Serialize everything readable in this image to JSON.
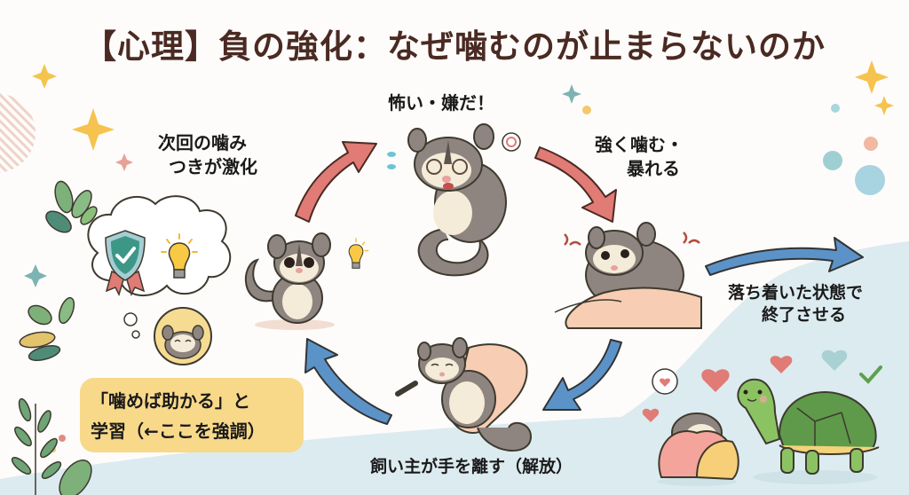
{
  "title": "【心理】負の強化：なぜ噛むのが止まらないのか",
  "cycle": {
    "steps": [
      {
        "id": "scared",
        "label": "怖い・嫌だ！"
      },
      {
        "id": "bite",
        "label_lines": [
          "強く噛む・",
          "暴れる"
        ]
      },
      {
        "id": "release",
        "label": "飼い主が手を離す（解放）"
      },
      {
        "id": "worse",
        "label_lines": [
          "次回の噛み",
          "つきが激化"
        ]
      }
    ],
    "exit": {
      "label_lines": [
        "落ち着いた状態で",
        "終了させる"
      ]
    }
  },
  "callout": {
    "lines": [
      "「噛めば助かる」と",
      "学習（←ここを強調）"
    ]
  },
  "thought_bubble": {
    "icons": [
      "shield-check-icon",
      "lightbulb-icon",
      "happy-glider-icon"
    ]
  },
  "colors": {
    "title": "#4a2a22",
    "arrow_red": "#e07b76",
    "arrow_blue": "#5b93c8",
    "callout_bg": "#f8d98a",
    "ground": "#dcebf0",
    "glider_fur": "#8f8580",
    "glider_cream": "#f4ecd8",
    "turtle_green": "#5ea04c",
    "skin": "#f7cdb4"
  }
}
